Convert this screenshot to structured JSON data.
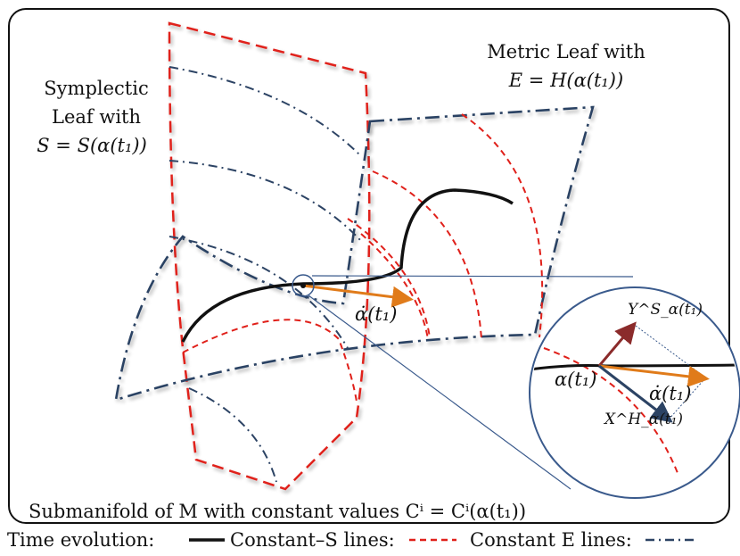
{
  "labels": {
    "symplectic_1": "Symplectic",
    "symplectic_2": "Leaf with",
    "symplectic_3": "S = S(α(t₁))",
    "metric_1": "Metric Leaf with",
    "metric_2": "E = H(α(t₁))",
    "alpha_dot_main": "α̇(t₁)",
    "zoom_Y": "Y^S_α(t₁)",
    "zoom_alpha": "α(t₁)",
    "zoom_alpha_dot": "α̇(t₁)",
    "zoom_X": "X^H_α(t₁)",
    "submanifold": "Submanifold of M with constant values Cⁱ = Cⁱ(α(t₁))"
  },
  "legend": {
    "time_evolution": "Time evolution:",
    "constant_s": "Constant–S lines:",
    "constant_e": "Constant  E lines:"
  },
  "colors": {
    "time_evolution": "#111111",
    "constant_s": "#e0201a",
    "constant_e": "#2c4364",
    "alpha_dot": "#e07b1a",
    "Y_vector": "#8b2b2b",
    "X_vector": "#2c4364",
    "zoom_circle": "#3a5a8c"
  }
}
